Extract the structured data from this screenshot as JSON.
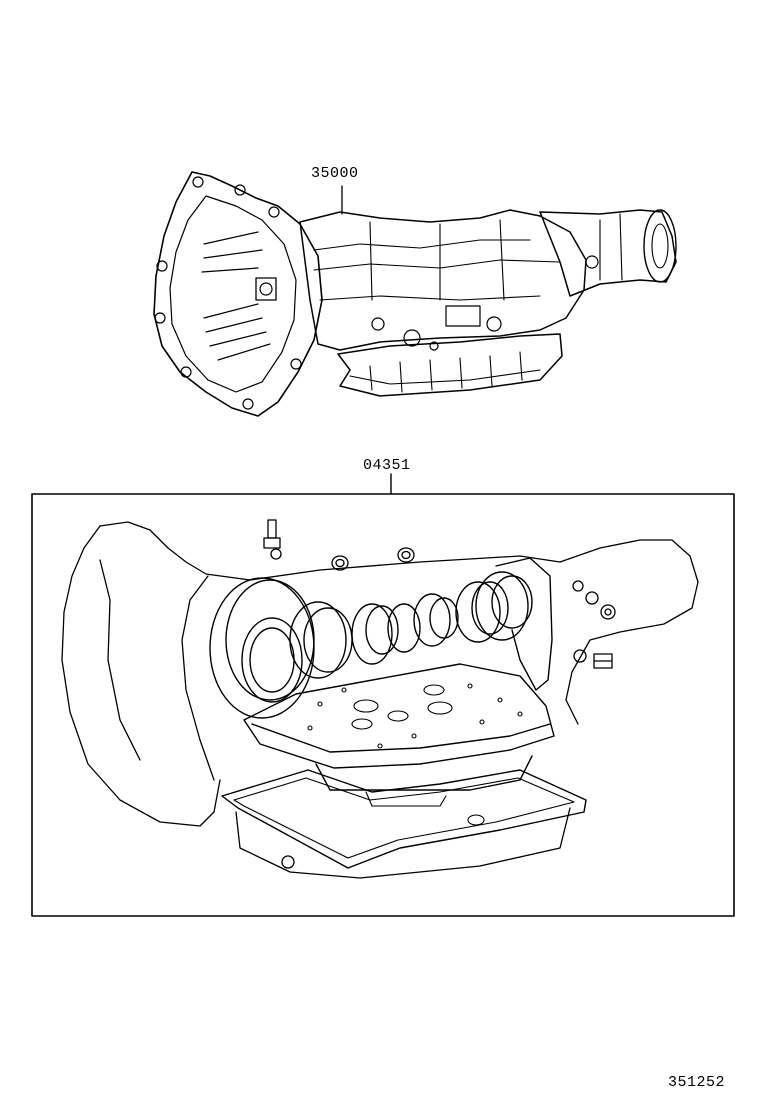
{
  "callouts": {
    "transmission_assembly": "35000",
    "overhaul_gasket_kit": "04351"
  },
  "illustration_number": "351252"
}
